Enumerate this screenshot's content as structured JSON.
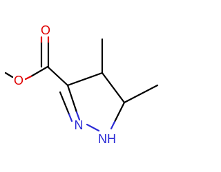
{
  "molecule": {
    "atoms": {
      "carbonyl_o": {
        "label": "O",
        "color": "#e00000"
      },
      "ester_o": {
        "label": "O",
        "color": "#e00000"
      },
      "ring_n": {
        "label": "N",
        "color": "#2b2bd6"
      },
      "ring_nh": {
        "label": "NH",
        "color": "#2b2bd6"
      }
    },
    "colors": {
      "bond": "#000000",
      "oxygen": "#e00000",
      "nitrogen": "#2b2bd6"
    }
  }
}
